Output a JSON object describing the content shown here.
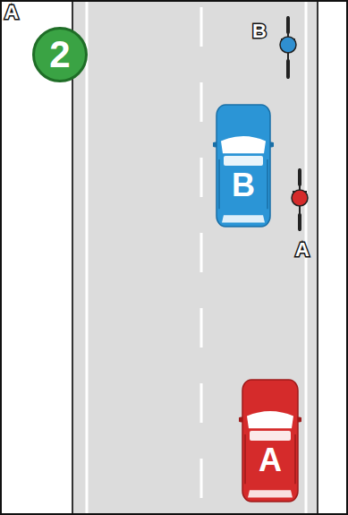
{
  "diagram": {
    "nodes": [
      {
        "text": [
          "2"
        ]
      },
      {
        "text": [
          "B"
        ]
      },
      {
        "text": [
          "A"
        ]
      }
    ],
    "labels": [
      "A",
      "B",
      "A"
    ]
  }
}
